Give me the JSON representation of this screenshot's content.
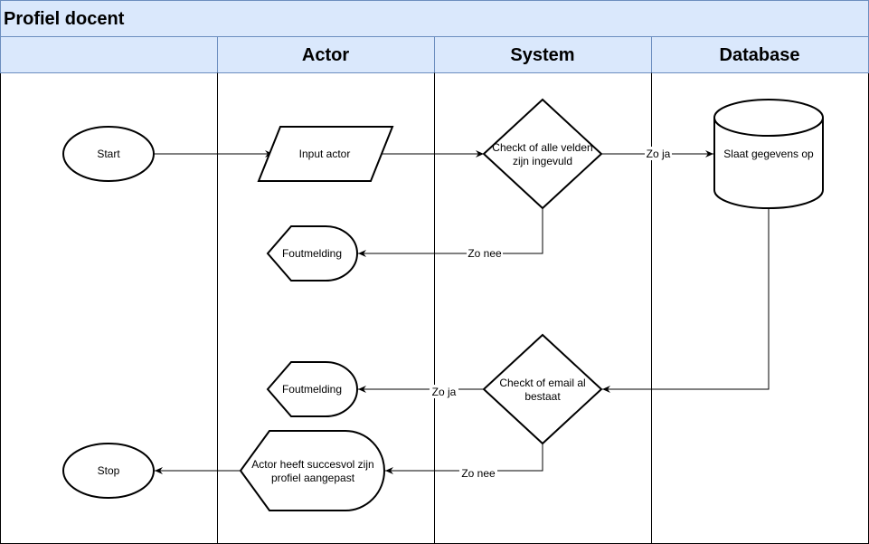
{
  "diagram": {
    "title": "Profiel docent",
    "lanes": {
      "col0": "",
      "actor": "Actor",
      "system": "System",
      "database": "Database"
    },
    "colors": {
      "header_fill": "#dae8fc",
      "header_stroke": "#6c8ebf",
      "line": "#000000"
    },
    "nodes": {
      "start": {
        "shape": "ellipse",
        "label": "Start"
      },
      "input_actor": {
        "shape": "parallelogram",
        "label": "Input actor"
      },
      "check_fields": {
        "shape": "diamond",
        "lines": [
          "Checkt of alle velden",
          "zijn ingevuld"
        ]
      },
      "save_data": {
        "shape": "cylinder",
        "label": "Slaat gegevens op"
      },
      "error_1": {
        "shape": "display",
        "label": "Foutmelding"
      },
      "check_email": {
        "shape": "diamond",
        "lines": [
          "Checkt of email al",
          "bestaat"
        ]
      },
      "error_2": {
        "shape": "display",
        "label": "Foutmelding"
      },
      "success": {
        "shape": "display",
        "lines": [
          "Actor heeft succesvol zijn",
          "profiel aangepast"
        ]
      },
      "stop": {
        "shape": "ellipse",
        "label": "Stop"
      }
    },
    "edges": {
      "fields_yes": "Zo ja",
      "fields_no": "Zo nee",
      "email_yes": "Zo ja",
      "email_no": "Zo nee"
    }
  }
}
